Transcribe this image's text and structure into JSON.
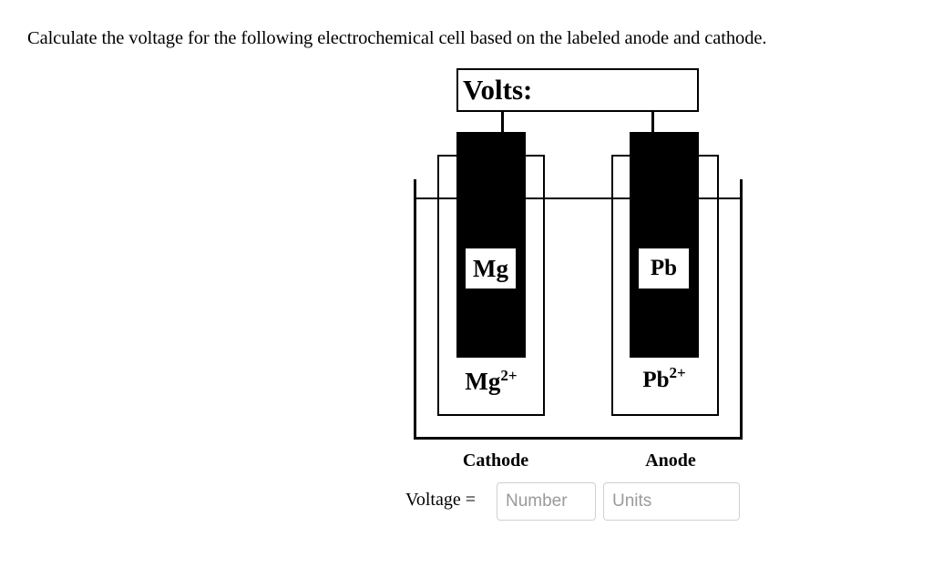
{
  "question": {
    "text": "Calculate the voltage for the following electrochemical cell based on the labeled anode and cathode."
  },
  "diagram": {
    "voltmeter": {
      "label": "Volts:"
    },
    "left_half_cell": {
      "electrode": "Mg",
      "ion_base": "Mg",
      "ion_charge": "2+",
      "role": "Cathode"
    },
    "right_half_cell": {
      "electrode": "Pb",
      "ion_base": "Pb",
      "ion_charge": "2+",
      "role": "Anode"
    }
  },
  "answer": {
    "label": "Voltage =",
    "number_input": {
      "value": "",
      "placeholder": "Number"
    },
    "units_input": {
      "value": "",
      "placeholder": "Units"
    }
  },
  "colors": {
    "ink": "#000000",
    "background": "#ffffff",
    "input_border": "#d0d0d0",
    "placeholder": "#9a9a9a"
  }
}
